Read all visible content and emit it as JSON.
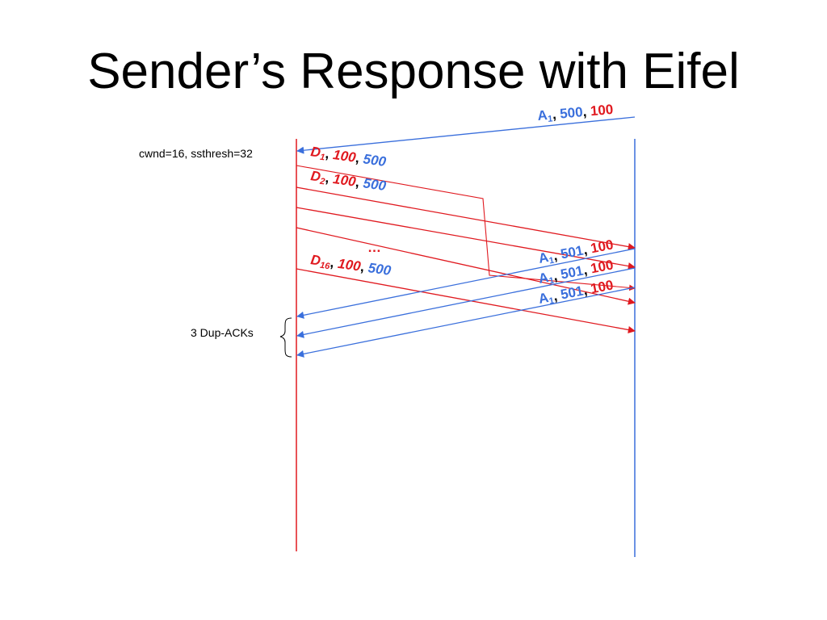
{
  "slide": {
    "title": "Sender’s Response with Eifel"
  },
  "colors": {
    "sender": "#e0191f",
    "receiver": "#3a6fdc",
    "text": "#000000"
  },
  "notes": {
    "cwnd": "cwnd=16, ssthresh=32",
    "dup_acks": "3 Dup-ACKs"
  },
  "labels": {
    "top_ack": {
      "name": "A",
      "sub": "1",
      "seq": "500",
      "ts": "100"
    },
    "d1": {
      "name": "D",
      "sub": "1",
      "ts": "100",
      "ack": "500"
    },
    "d2": {
      "name": "D",
      "sub": "2",
      "ts": "100",
      "ack": "500"
    },
    "ellipsis": "…",
    "d16": {
      "name": "D",
      "sub": "16",
      "ts": "100",
      "ack": "500"
    },
    "dup_ack_1": {
      "name": "A",
      "sub": "1",
      "seq": "501",
      "ts": "100"
    },
    "dup_ack_2": {
      "name": "A",
      "sub": "1",
      "seq": "501",
      "ts": "100"
    },
    "dup_ack_3": {
      "name": "A",
      "sub": "1",
      "seq": "501",
      "ts": "100"
    }
  }
}
